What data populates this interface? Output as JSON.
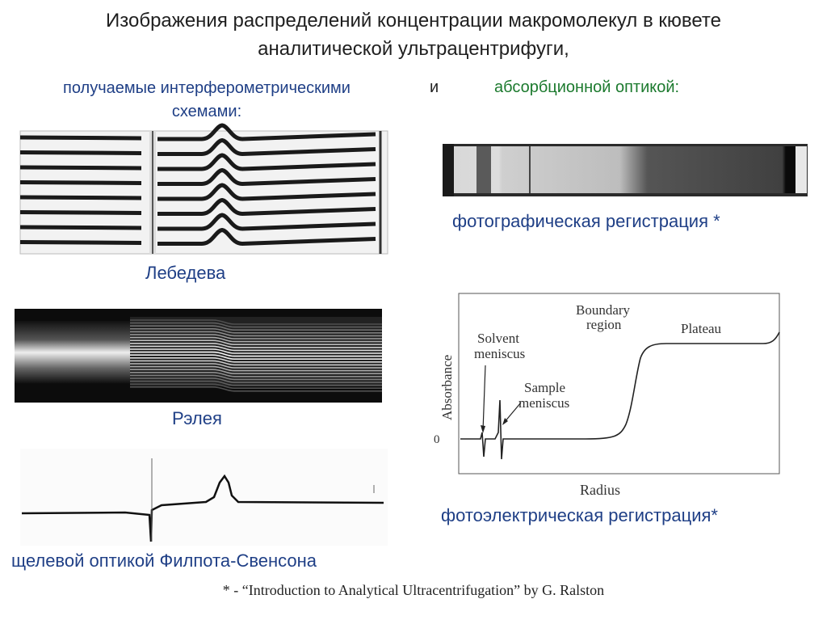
{
  "title": {
    "line1": "Изображения распределений концентрации макромолекул в кювете",
    "line2": "аналитической ультрацентрифуги,"
  },
  "headers": {
    "interferometric_line1": "получаемые интерферометрическими",
    "interferometric_line2": "схемами:",
    "conjunction": "и",
    "absorption": "абсорбционной оптикой:"
  },
  "captions": {
    "lebedev": "Лебедева",
    "rayleigh": "Рэлея",
    "philpot": "щелевой оптикой Филпота-Свенсона",
    "photographic": "фотографическая регистрация *",
    "photoelectric": "фотоэлектрическая регистрация*"
  },
  "diagram": {
    "ylabel": "Absorbance",
    "xlabel": "Radius",
    "zero_tick": "0",
    "solvent_line1": "Solvent",
    "solvent_line2": "meniscus",
    "sample_line1": "Sample",
    "sample_line2": "meniscus",
    "boundary_line1": "Boundary",
    "boundary_line2": "region",
    "plateau": "Plateau"
  },
  "footnote": "* - “Introduction to Analytical Ultracentrifugation” by G. Ralston"
}
